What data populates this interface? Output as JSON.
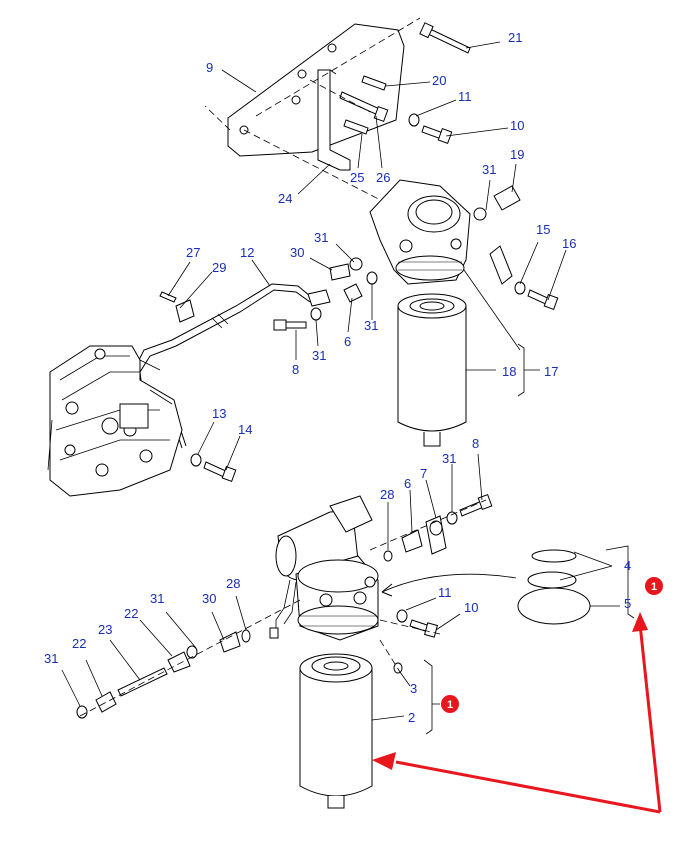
{
  "colors": {
    "label": "#1a2eb8",
    "highlight": "#e8161d",
    "line": "#000000"
  },
  "icons": [
    "callout-badge",
    "arrow-line"
  ],
  "labels": {
    "p21": "21",
    "p9": "9",
    "p20": "20",
    "p11a": "11",
    "p10a": "10",
    "p25": "25",
    "p26": "26",
    "p24": "24",
    "p31a": "31",
    "p19": "19",
    "p30a": "30",
    "p31b": "31",
    "p27": "27",
    "p12": "12",
    "p29": "29",
    "p15": "15",
    "p16": "16",
    "p31c": "31",
    "p6a": "6",
    "p31d": "31",
    "p8a": "8",
    "p18": "18",
    "p17": "17",
    "p13": "13",
    "p14": "14",
    "p8b": "8",
    "p7": "7",
    "p31e": "31",
    "p28a": "28",
    "p6b": "6",
    "p4": "4",
    "p5": "5",
    "p11b": "11",
    "p10b": "10",
    "p22a": "22",
    "p31f": "31",
    "p30b": "30",
    "p28b": "28",
    "p23": "23",
    "p22b": "22",
    "p31g": "31",
    "p3": "3",
    "p2": "2"
  },
  "badges": {
    "b1": "1",
    "b2": "1"
  }
}
